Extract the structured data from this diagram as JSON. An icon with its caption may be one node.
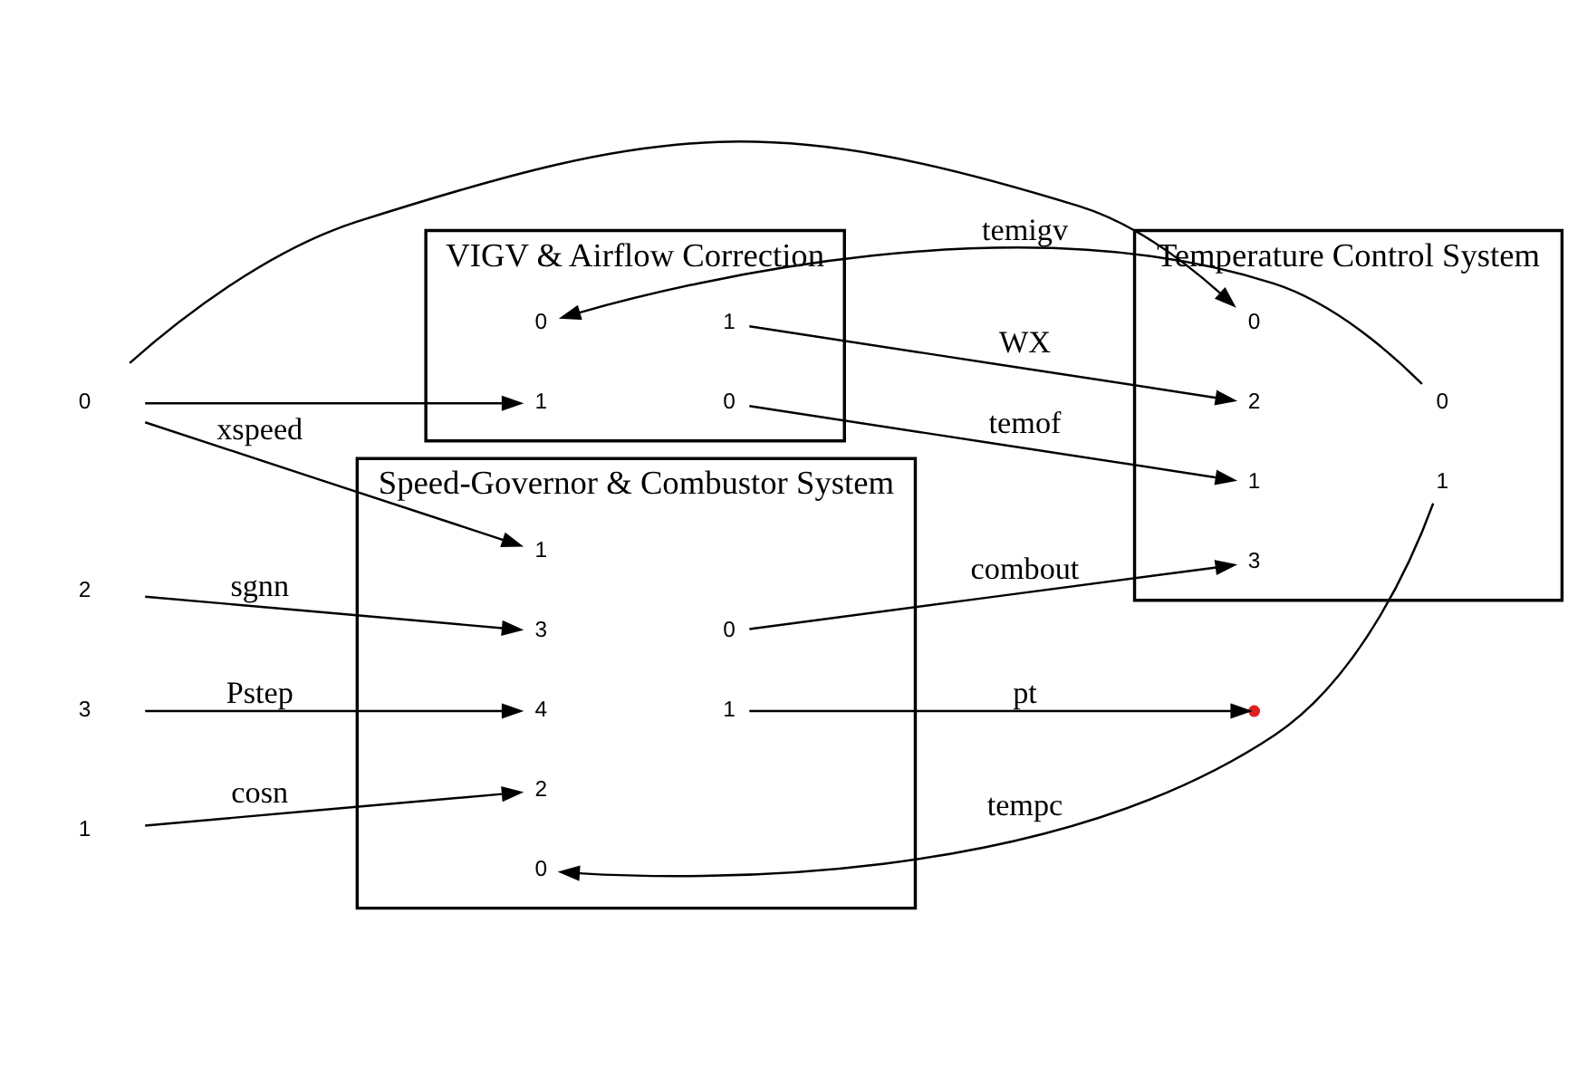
{
  "diagram": {
    "nodes": [
      {
        "text": [
          "VIGV & Airflow Correction"
        ]
      },
      {
        "text": [
          "0"
        ],
        "in": 0
      },
      {
        "text": [
          "1"
        ],
        "in": 0
      },
      {
        "text": [
          "0"
        ],
        "in": 0
      },
      {
        "text": [
          "1"
        ],
        "in": 0
      },
      {
        "text": [
          "Temperature Control System"
        ]
      },
      {
        "text": [
          "0"
        ],
        "in": 5
      },
      {
        "text": [
          "1"
        ],
        "in": 5
      },
      {
        "text": [
          "2"
        ],
        "in": 5
      },
      {
        "text": [
          "3"
        ],
        "in": 5
      },
      {
        "text": [
          "0"
        ],
        "in": 5
      },
      {
        "text": [
          "1"
        ],
        "in": 5
      },
      {
        "text": [
          "Speed-Governor & Combustor System"
        ]
      },
      {
        "text": [
          "0"
        ],
        "in": 12
      },
      {
        "text": [
          "1"
        ],
        "in": 12
      },
      {
        "text": [
          "2"
        ],
        "in": 12
      },
      {
        "text": [
          "3"
        ],
        "in": 12
      },
      {
        "text": [
          "4"
        ],
        "in": 12
      },
      {
        "text": [
          "0"
        ],
        "in": 12
      },
      {
        "text": [
          "1"
        ],
        "in": 12
      },
      {
        "text": [
          "0"
        ]
      },
      {
        "text": [
          "1"
        ]
      },
      {
        "text": [
          "2"
        ]
      },
      {
        "text": [
          "3"
        ]
      }
    ],
    "edges": [
      {
        "from": 3,
        "to": 7,
        "arrow": "to",
        "label": "temof"
      },
      {
        "from": 4,
        "to": 8,
        "arrow": "to",
        "label": "WX"
      },
      {
        "from": 10,
        "to": 1,
        "arrow": "to",
        "label": "temigv"
      },
      {
        "from": 11,
        "to": 13,
        "arrow": "to",
        "label": "tempc"
      },
      {
        "from": 20,
        "to": 14,
        "arrow": "to",
        "label": "xspeed"
      },
      {
        "from": 20,
        "to": 2,
        "arrow": "to"
      },
      {
        "from": 20,
        "to": 6,
        "arrow": "to"
      },
      {
        "from": 21,
        "to": 15,
        "arrow": "to",
        "label": "cosn"
      },
      {
        "from": 22,
        "to": 16,
        "arrow": "to",
        "label": "sgnn"
      },
      {
        "from": 23,
        "to": 17,
        "arrow": "to",
        "label": "Pstep"
      },
      {
        "from": 18,
        "to": 9,
        "arrow": "to",
        "label": "combout"
      },
      {
        "from": 19,
        "to": null,
        "arrow": "to",
        "label": "pt"
      }
    ]
  }
}
